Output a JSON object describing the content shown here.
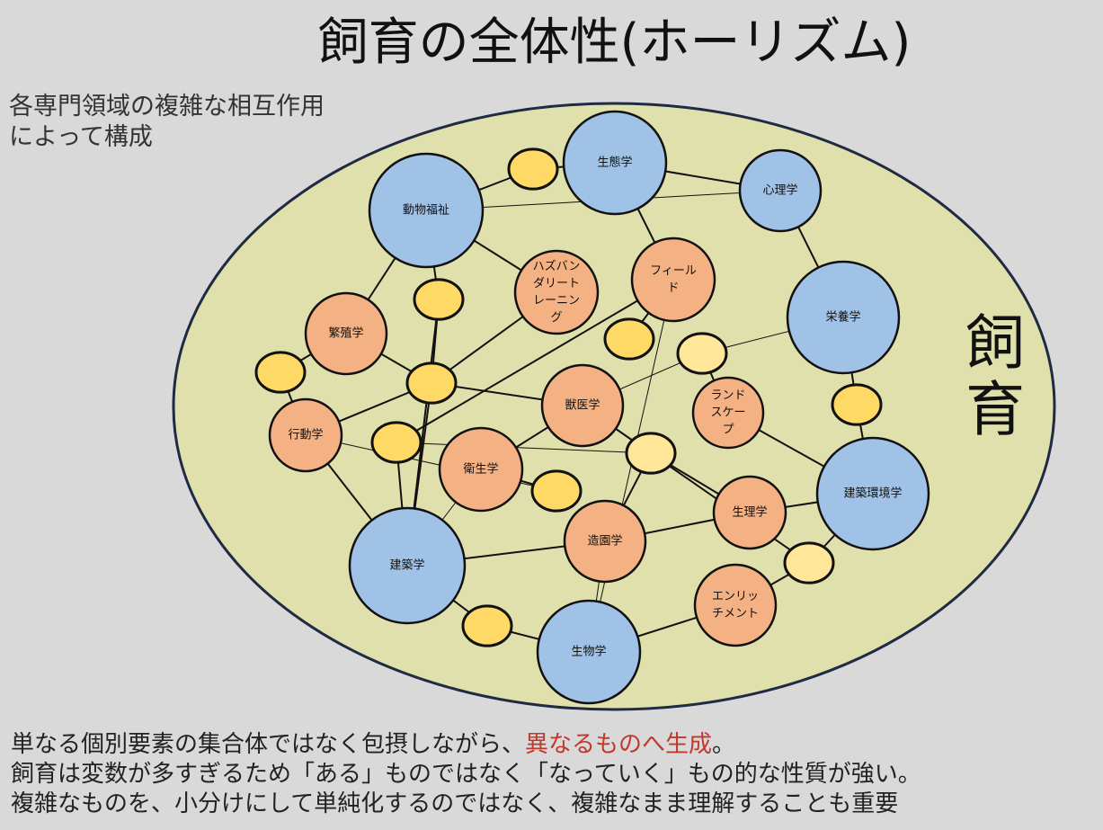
{
  "title": "飼育の全体性(ホーリズム)",
  "subtitle_lines": [
    "各専門領域の複雑な相互作用",
    "によって構成"
  ],
  "side_label": [
    "飼",
    "育"
  ],
  "footer": {
    "line1_prefix": "単なる個別要素の集合体ではなく包摂しながら、",
    "line1_highlight": "異なるものへ生成",
    "line1_suffix": "。",
    "line2": "飼育は変数が多すぎるため「ある」ものではなく「なっていく」もの的な性質が強い。",
    "line3": "複雑なものを、小分けにして単純化するのではなく、複雑なまま理解することも重要"
  },
  "colors": {
    "ellipse_fill": "#dfe0ab",
    "ellipse_stroke": "#1f2a44",
    "blue_node": "#9fc2e6",
    "orange_node": "#f4b184",
    "yellow_node": "#ffd966",
    "light_yellow_node": "#ffe699",
    "highlight_text": "#c0392b"
  },
  "nodes": [
    {
      "id": "seitai",
      "label": [
        "生態学"
      ],
      "kind": "blue"
    },
    {
      "id": "fukushi",
      "label": [
        "動物福祉"
      ],
      "kind": "blue"
    },
    {
      "id": "shinri",
      "label": [
        "心理学"
      ],
      "kind": "blue"
    },
    {
      "id": "eiyo",
      "label": [
        "栄養学"
      ],
      "kind": "blue"
    },
    {
      "id": "kankyo",
      "label": [
        "建築環境学"
      ],
      "kind": "blue"
    },
    {
      "id": "kenchiku",
      "label": [
        "建築学"
      ],
      "kind": "blue"
    },
    {
      "id": "seibutsu",
      "label": [
        "生物学"
      ],
      "kind": "blue"
    },
    {
      "id": "husbandry",
      "label": [
        "ハズバン",
        "ダリート",
        "レーニン",
        "グ"
      ],
      "kind": "orange"
    },
    {
      "id": "field",
      "label": [
        "フィール",
        "ド"
      ],
      "kind": "orange"
    },
    {
      "id": "hanshoku",
      "label": [
        "繁殖学"
      ],
      "kind": "orange"
    },
    {
      "id": "jui",
      "label": [
        "獣医学"
      ],
      "kind": "orange"
    },
    {
      "id": "landscape",
      "label": [
        "ランド",
        "スケー",
        "プ"
      ],
      "kind": "orange"
    },
    {
      "id": "kodo",
      "label": [
        "行動学"
      ],
      "kind": "orange"
    },
    {
      "id": "eisei",
      "label": [
        "衛生学"
      ],
      "kind": "orange"
    },
    {
      "id": "seiri",
      "label": [
        "生理学"
      ],
      "kind": "orange"
    },
    {
      "id": "zoen",
      "label": [
        "造園学"
      ],
      "kind": "orange"
    },
    {
      "id": "enrich",
      "label": [
        "エンリッ",
        "チメント"
      ],
      "kind": "orange"
    },
    {
      "id": "y1",
      "label": [],
      "kind": "yellow"
    },
    {
      "id": "y2",
      "label": [],
      "kind": "yellow"
    },
    {
      "id": "y3",
      "label": [],
      "kind": "yellow"
    },
    {
      "id": "y4",
      "label": [],
      "kind": "yellow"
    },
    {
      "id": "y5",
      "label": [],
      "kind": "light"
    },
    {
      "id": "y6",
      "label": [],
      "kind": "yellow"
    },
    {
      "id": "y7",
      "label": [],
      "kind": "yellow"
    },
    {
      "id": "y8",
      "label": [],
      "kind": "yellow"
    },
    {
      "id": "y9",
      "label": [],
      "kind": "light"
    },
    {
      "id": "y10",
      "label": [],
      "kind": "yellow"
    },
    {
      "id": "y11",
      "label": [],
      "kind": "light"
    },
    {
      "id": "y12",
      "label": [],
      "kind": "yellow"
    }
  ],
  "edges": [
    [
      "fukushi",
      "y1"
    ],
    [
      "y1",
      "seitai"
    ],
    [
      "seitai",
      "shinri"
    ],
    [
      "fukushi",
      "shinri"
    ],
    [
      "shinri",
      "eiyo"
    ],
    [
      "eiyo",
      "y5"
    ],
    [
      "eiyo",
      "y10"
    ],
    [
      "y10",
      "kankyo"
    ],
    [
      "fukushi",
      "husbandry"
    ],
    [
      "fukushi",
      "hanshoku"
    ],
    [
      "fukushi",
      "y2"
    ],
    [
      "seitai",
      "field"
    ],
    [
      "field",
      "y4"
    ],
    [
      "field",
      "y7"
    ],
    [
      "field",
      "seibutsu"
    ],
    [
      "husbandry",
      "y3"
    ],
    [
      "y2",
      "y3"
    ],
    [
      "hanshoku",
      "y3"
    ],
    [
      "hanshoku",
      "y6"
    ],
    [
      "y6",
      "kodo"
    ],
    [
      "kodo",
      "y3"
    ],
    [
      "kodo",
      "y8"
    ],
    [
      "kodo",
      "kenchiku"
    ],
    [
      "y8",
      "eisei"
    ],
    [
      "y3",
      "jui"
    ],
    [
      "y3",
      "kenchiku"
    ],
    [
      "y2",
      "kenchiku"
    ],
    [
      "jui",
      "eisei"
    ],
    [
      "jui",
      "y5"
    ],
    [
      "jui",
      "y9"
    ],
    [
      "landscape",
      "y5"
    ],
    [
      "landscape",
      "kankyo"
    ],
    [
      "y9",
      "seiri"
    ],
    [
      "y9",
      "y11"
    ],
    [
      "y9",
      "zoen"
    ],
    [
      "y9",
      "y7"
    ],
    [
      "eisei",
      "kenchiku"
    ],
    [
      "y7",
      "kenchiku"
    ],
    [
      "seiri",
      "zoen"
    ],
    [
      "seiri",
      "kankyo"
    ],
    [
      "kankyo",
      "y11"
    ],
    [
      "y11",
      "enrich"
    ],
    [
      "kenchiku",
      "zoen"
    ],
    [
      "kenchiku",
      "y12"
    ],
    [
      "y12",
      "seibutsu"
    ],
    [
      "seibutsu",
      "enrich"
    ],
    [
      "seibutsu",
      "zoen"
    ]
  ]
}
